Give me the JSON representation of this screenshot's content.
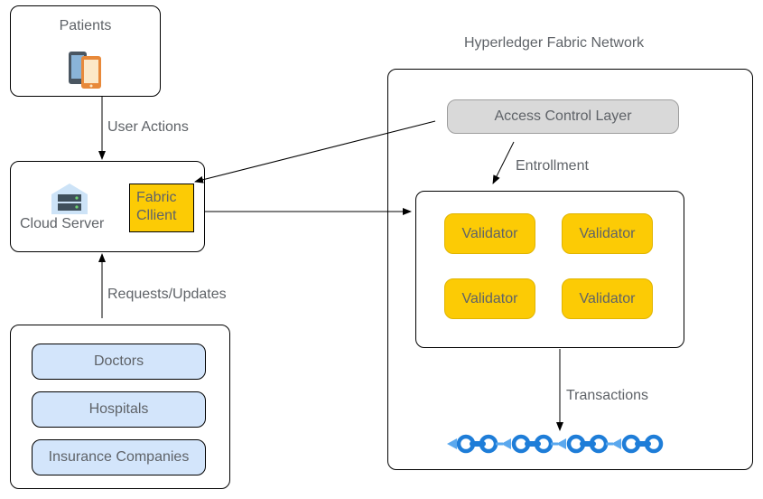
{
  "patients": {
    "label": "Patients",
    "icon": "mobile-devices-icon"
  },
  "arrows": {
    "user_actions": "User Actions",
    "requests_updates": "Requests/Updates",
    "entrollment": "Entrollment",
    "transactions": "Transactions"
  },
  "cloud_server": {
    "label": "Cloud Server",
    "icon": "server-icon"
  },
  "fabric_client": {
    "line1": "Fabric",
    "line2": "Cllient"
  },
  "stakeholders": [
    "Doctors",
    "Hospitals",
    "Insurance Companies"
  ],
  "network": {
    "title": "Hyperledger Fabric Network",
    "access_control": "Access Control Layer",
    "validators": [
      "Validator",
      "Validator",
      "Validator",
      "Validator"
    ],
    "chain_icon": "blockchain-chain-icon"
  },
  "colors": {
    "stakeholder_fill": "#d3e5fb",
    "validator_fill": "#fccb05",
    "access_fill": "#d9d9d9",
    "chain": "#1e7dd8"
  }
}
